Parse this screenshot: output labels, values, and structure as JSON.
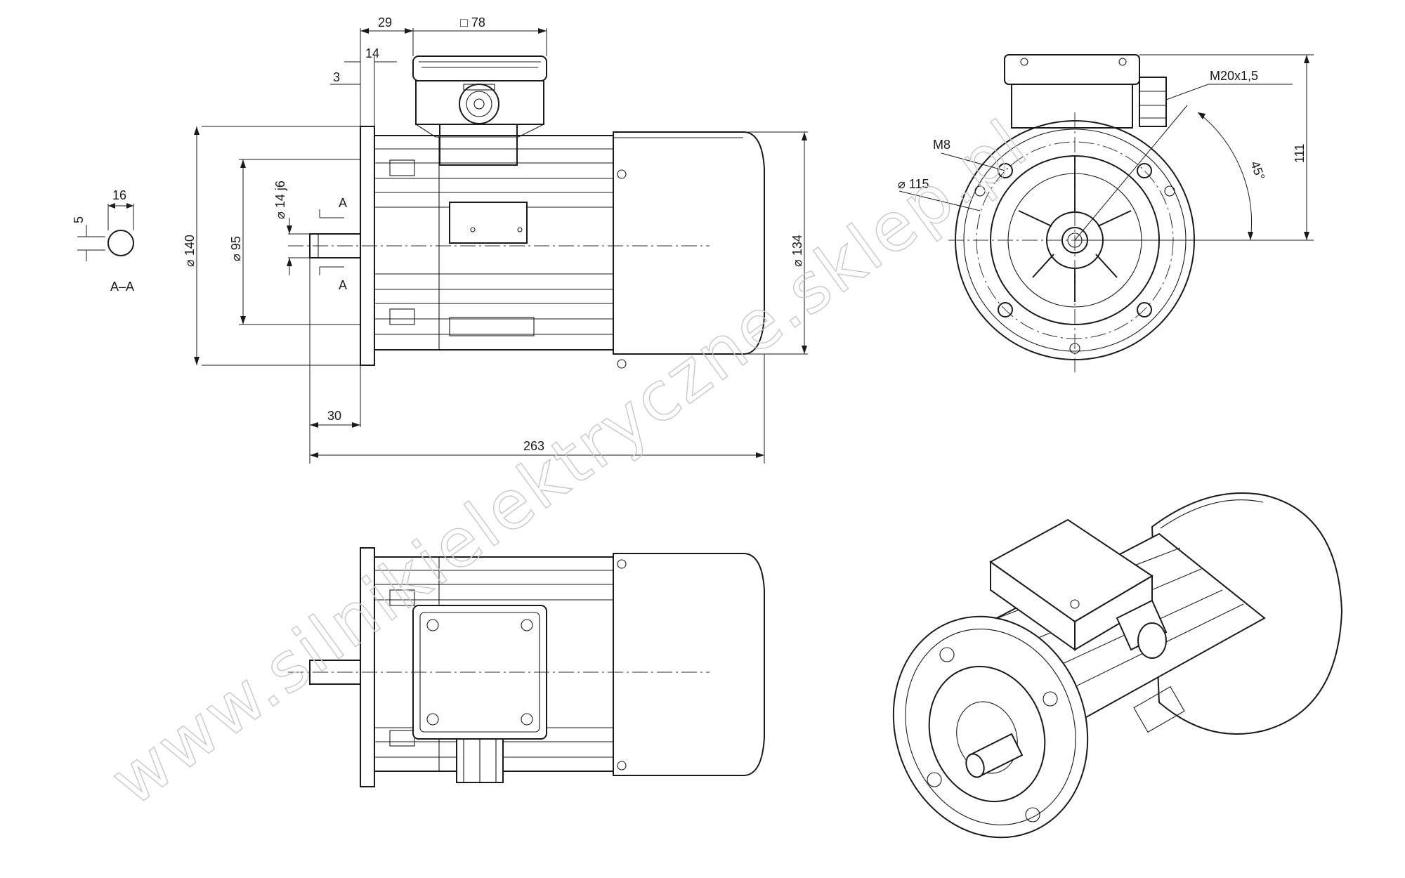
{
  "watermark": "www.silnikielektryczne.sklep.pl",
  "dimensions": {
    "top_29": "29",
    "box_78": "□ 78",
    "d14": "14",
    "d3": "3",
    "flange_140": "⌀ 140",
    "spigot_95": "⌀ 95",
    "shaft_14j6": "⌀ 14 j6",
    "fan_134": "⌀ 134",
    "shaft_30": "30",
    "length_263": "263",
    "key_16": "16",
    "key_5": "5",
    "section_mark": "A",
    "section_title": "A–A",
    "bolt_m8": "M8",
    "pcd_115": "⌀ 115",
    "gland_m20": "M20x1,5",
    "height_111": "111",
    "angle_45": "45°"
  }
}
